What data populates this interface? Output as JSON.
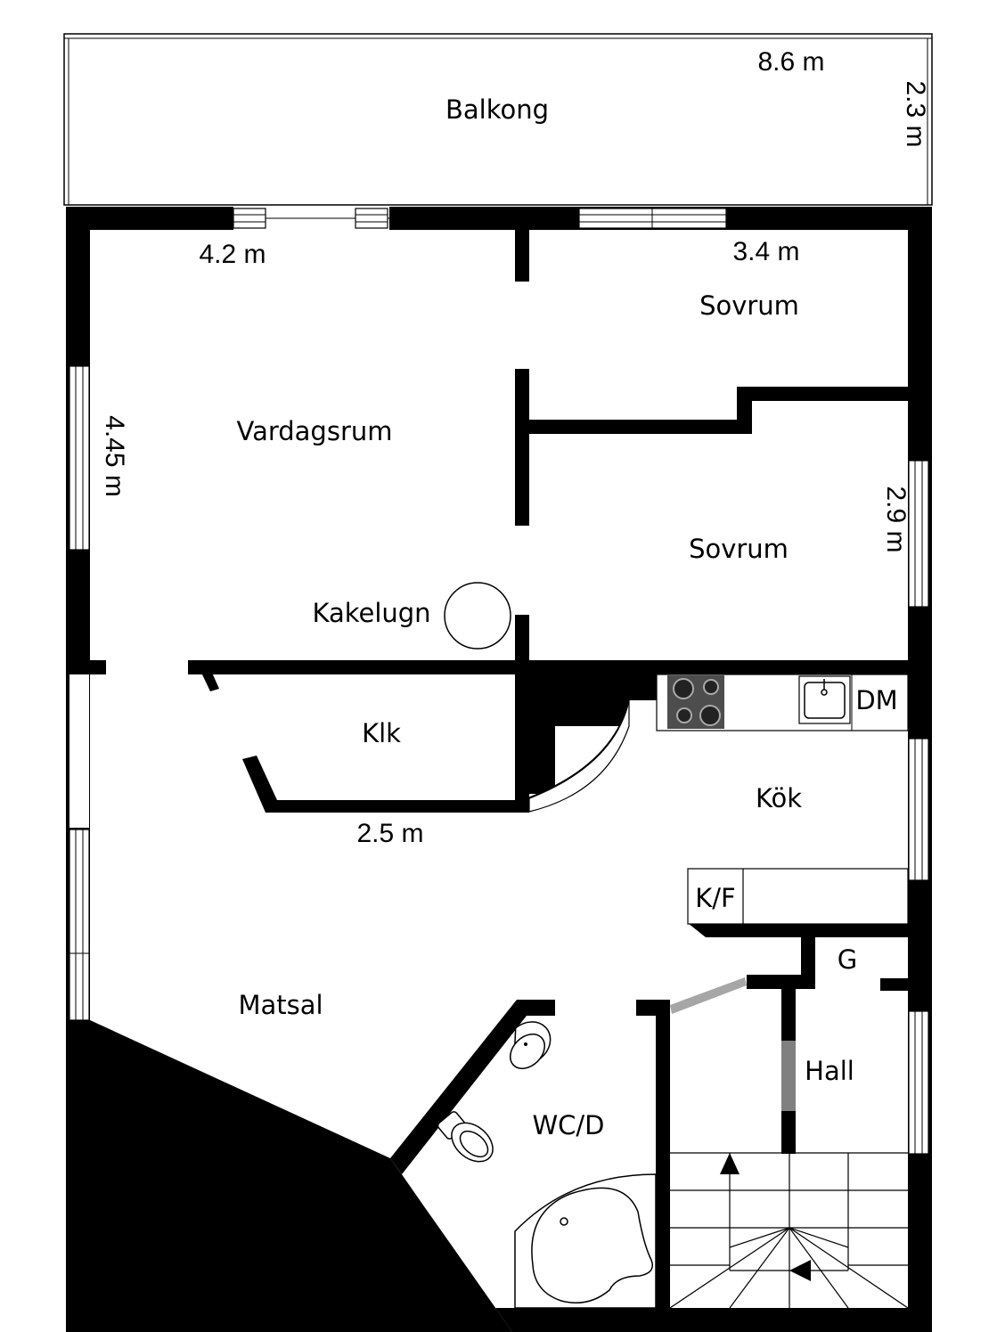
{
  "rooms": {
    "balcony": "Balkong",
    "bedroom_1": "Sovrum",
    "living_room": "Vardagsrum",
    "bedroom_2": "Sovrum",
    "tiled_stove": "Kakelugn",
    "closet": "Klk",
    "dishwasher": "DM",
    "kitchen": "Kök",
    "fridge_freezer": "K/F",
    "wardrobe": "G",
    "dining_room": "Matsal",
    "hall": "Hall",
    "bathroom": "WC/D"
  },
  "dimensions": {
    "balcony_width": "8.6 m",
    "balcony_depth": "2.3 m",
    "living_width": "4.2 m",
    "bedroom_width": "3.4 m",
    "living_depth": "4.45 m",
    "bedroom_depth": "2.9 m",
    "closet_width": "2.5 m"
  }
}
